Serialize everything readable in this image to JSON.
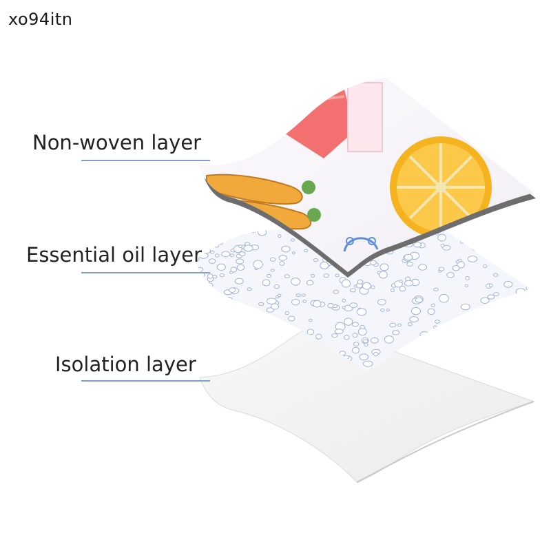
{
  "watermark": {
    "text": "xo94itn"
  },
  "layers": [
    {
      "label": "Non-woven layer"
    },
    {
      "label": "Essential oil layer"
    },
    {
      "label": "Isolation layer"
    }
  ],
  "colors": {
    "leader_line": "#7f9fc4",
    "label_text": "#222222",
    "droplet": "#9fb2dc",
    "lemon": "#f5b320",
    "strawberry_drink": "#f27070"
  }
}
